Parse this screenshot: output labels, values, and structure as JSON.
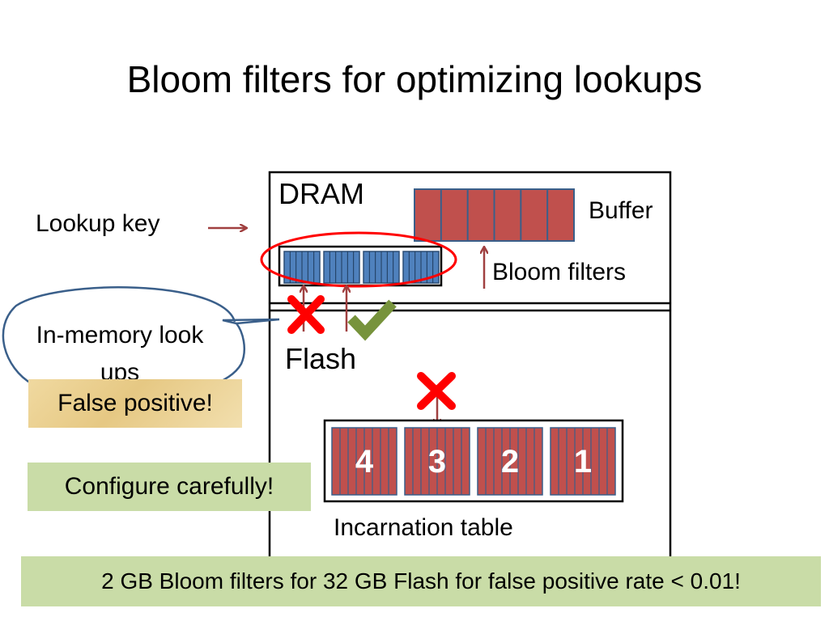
{
  "slide": {
    "title": "Bloom filters for optimizing lookups"
  },
  "diagram": {
    "dram_label": "DRAM",
    "flash_label": "Flash",
    "buffer_label": "Buffer",
    "bloom_filters_label": "Bloom filters",
    "lookup_key_label": "Lookup key",
    "in_memory_label": "In-memory look ups",
    "incarnation_label": "Incarnation table",
    "incarnations": [
      "4",
      "3",
      "2",
      "1"
    ],
    "buffer_cell_count": 6,
    "bloom_filter_count": 4
  },
  "callouts": {
    "false_positive": "False positive!",
    "configure": "Configure carefully!",
    "summary": "2 GB Bloom filters for 32 GB Flash for false positive rate < 0.01!"
  },
  "colors": {
    "red_cell": "#c0504d",
    "blue_cell": "#4f81bd",
    "arrow": "#a04040",
    "cross": "#ff0000",
    "check": "#77933c",
    "highlight_ellipse": "#ff0000",
    "green_box": "#c9dca7",
    "tan_box": "#e6c883"
  }
}
